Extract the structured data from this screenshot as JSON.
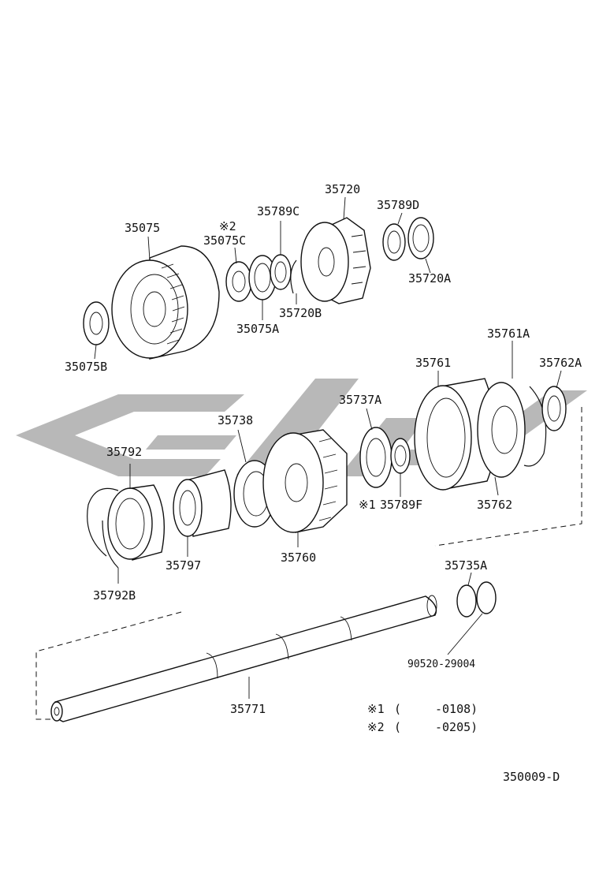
{
  "labels": {
    "p35075": "35075",
    "p35075c_note": "※2",
    "p35075c": "35075C",
    "p35789c": "35789C",
    "p35720": "35720",
    "p35789d": "35789D",
    "p35720a": "35720A",
    "p35720b": "35720B",
    "p35075a": "35075A",
    "p35075b": "35075B",
    "p35761a": "35761A",
    "p35761": "35761",
    "p35762a": "35762A",
    "p35737a": "35737A",
    "p35738": "35738",
    "p35792": "35792",
    "p35789f_note": "※1",
    "p35789f": "35789F",
    "p35762": "35762",
    "p35797": "35797",
    "p35760": "35760",
    "p35792b": "35792B",
    "p35735a": "35735A",
    "p90520": "90520-29004",
    "p35771": "35771"
  },
  "notes": [
    {
      "mark": "※1",
      "open": "(",
      "range": "-0108)"
    },
    {
      "mark": "※2",
      "open": "(",
      "range": "-0205)"
    }
  ],
  "diagram_code": "350009-D"
}
